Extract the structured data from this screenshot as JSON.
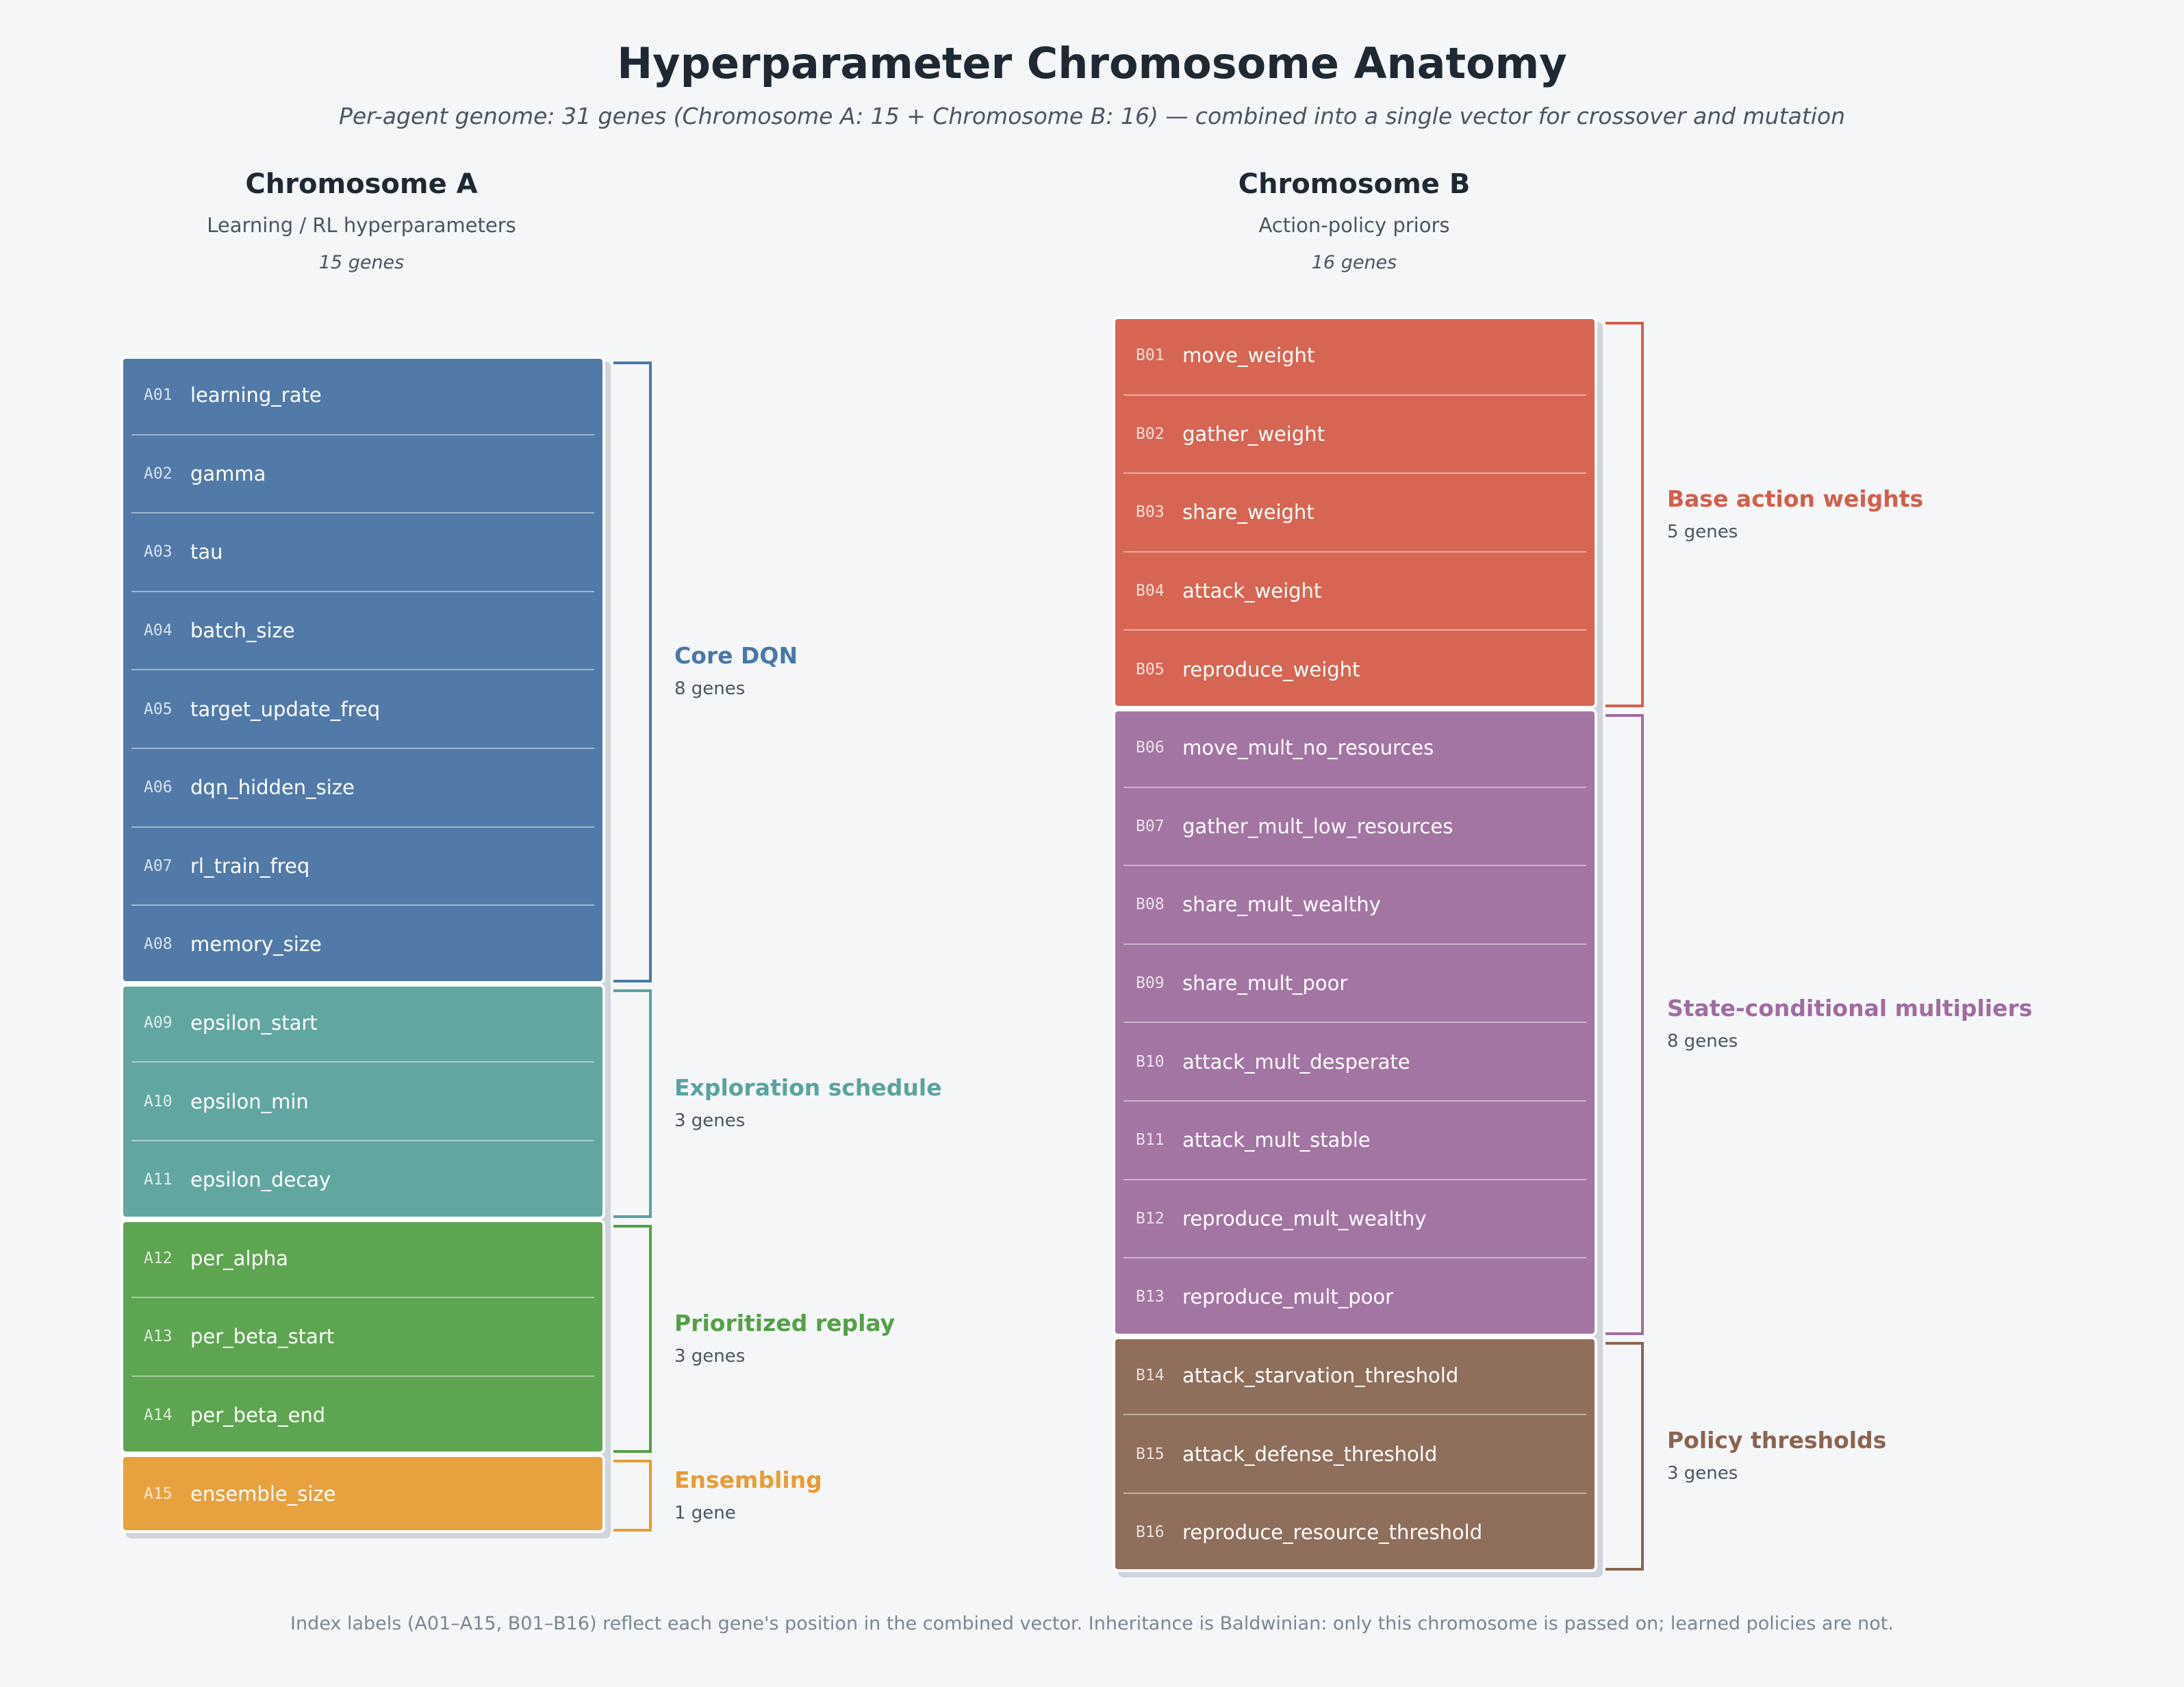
{
  "title": "Hyperparameter Chromosome Anatomy",
  "subtitle": "Per-agent genome: 31 genes (Chromosome A: 15  +  Chromosome B: 16) — combined into a single vector for crossover and mutation",
  "chromosomes": [
    {
      "title": "Chromosome A",
      "subtitle": "Learning / RL hyperparameters",
      "count": "15 genes",
      "groups": [
        {
          "name": "Core DQN",
          "count": "8 genes",
          "color": "#527aa8",
          "accent": "#4a78a6",
          "genes": [
            {
              "id": "A01",
              "name": "learning_rate"
            },
            {
              "id": "A02",
              "name": "gamma"
            },
            {
              "id": "A03",
              "name": "tau"
            },
            {
              "id": "A04",
              "name": "batch_size"
            },
            {
              "id": "A05",
              "name": "target_update_freq"
            },
            {
              "id": "A06",
              "name": "dqn_hidden_size"
            },
            {
              "id": "A07",
              "name": "rl_train_freq"
            },
            {
              "id": "A08",
              "name": "memory_size"
            }
          ]
        },
        {
          "name": "Exploration schedule",
          "count": "3 genes",
          "color": "#62a6a2",
          "accent": "#5aa39f",
          "genes": [
            {
              "id": "A09",
              "name": "epsilon_start"
            },
            {
              "id": "A10",
              "name": "epsilon_min"
            },
            {
              "id": "A11",
              "name": "epsilon_decay"
            }
          ]
        },
        {
          "name": "Prioritized replay",
          "count": "3 genes",
          "color": "#5ea551",
          "accent": "#55a047",
          "genes": [
            {
              "id": "A12",
              "name": "per_alpha"
            },
            {
              "id": "A13",
              "name": "per_beta_start"
            },
            {
              "id": "A14",
              "name": "per_beta_end"
            }
          ]
        },
        {
          "name": "Ensembling",
          "count": "1 gene",
          "color": "#e7a13f",
          "accent": "#e89c35",
          "genes": [
            {
              "id": "A15",
              "name": "ensemble_size"
            }
          ]
        }
      ]
    },
    {
      "title": "Chromosome B",
      "subtitle": "Action-policy priors",
      "count": "16 genes",
      "groups": [
        {
          "name": "Base action weights",
          "count": "5 genes",
          "color": "#d66653",
          "accent": "#d35f4b",
          "genes": [
            {
              "id": "B01",
              "name": "move_weight"
            },
            {
              "id": "B02",
              "name": "gather_weight"
            },
            {
              "id": "B03",
              "name": "share_weight"
            },
            {
              "id": "B04",
              "name": "attack_weight"
            },
            {
              "id": "B05",
              "name": "reproduce_weight"
            }
          ]
        },
        {
          "name": "State-conditional multipliers",
          "count": "8 genes",
          "color": "#a375a3",
          "accent": "#a06ca0",
          "genes": [
            {
              "id": "B06",
              "name": "move_mult_no_resources"
            },
            {
              "id": "B07",
              "name": "gather_mult_low_resources"
            },
            {
              "id": "B08",
              "name": "share_mult_wealthy"
            },
            {
              "id": "B09",
              "name": "share_mult_poor"
            },
            {
              "id": "B10",
              "name": "attack_mult_desperate"
            },
            {
              "id": "B11",
              "name": "attack_mult_stable"
            },
            {
              "id": "B12",
              "name": "reproduce_mult_wealthy"
            },
            {
              "id": "B13",
              "name": "reproduce_mult_poor"
            }
          ]
        },
        {
          "name": "Policy thresholds",
          "count": "3 genes",
          "color": "#8f6e5b",
          "accent": "#8b6450",
          "genes": [
            {
              "id": "B14",
              "name": "attack_starvation_threshold"
            },
            {
              "id": "B15",
              "name": "attack_defense_threshold"
            },
            {
              "id": "B16",
              "name": "reproduce_resource_threshold"
            }
          ]
        }
      ]
    }
  ],
  "footnote": "Index labels (A01–A15, B01–B16) reflect each gene's position in the combined vector.  Inheritance is Baldwinian: only this chromosome is passed on; learned policies are not."
}
